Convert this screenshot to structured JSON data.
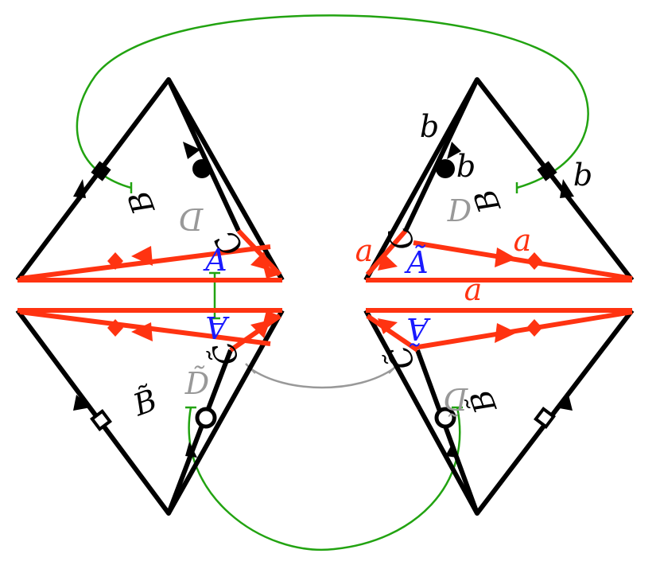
{
  "colors": {
    "black": "#000000",
    "red": "#ff3311",
    "green": "#22a311",
    "gray": "#999999",
    "blue": "#1a1aff"
  },
  "labels": {
    "B": "B",
    "B_tilde": "B̃",
    "D": "D",
    "D_tilde": "D̃",
    "C": "C",
    "C_tilde": "C̃",
    "A": "A",
    "A_tilde": "Ã",
    "a": "a",
    "b": "b"
  }
}
